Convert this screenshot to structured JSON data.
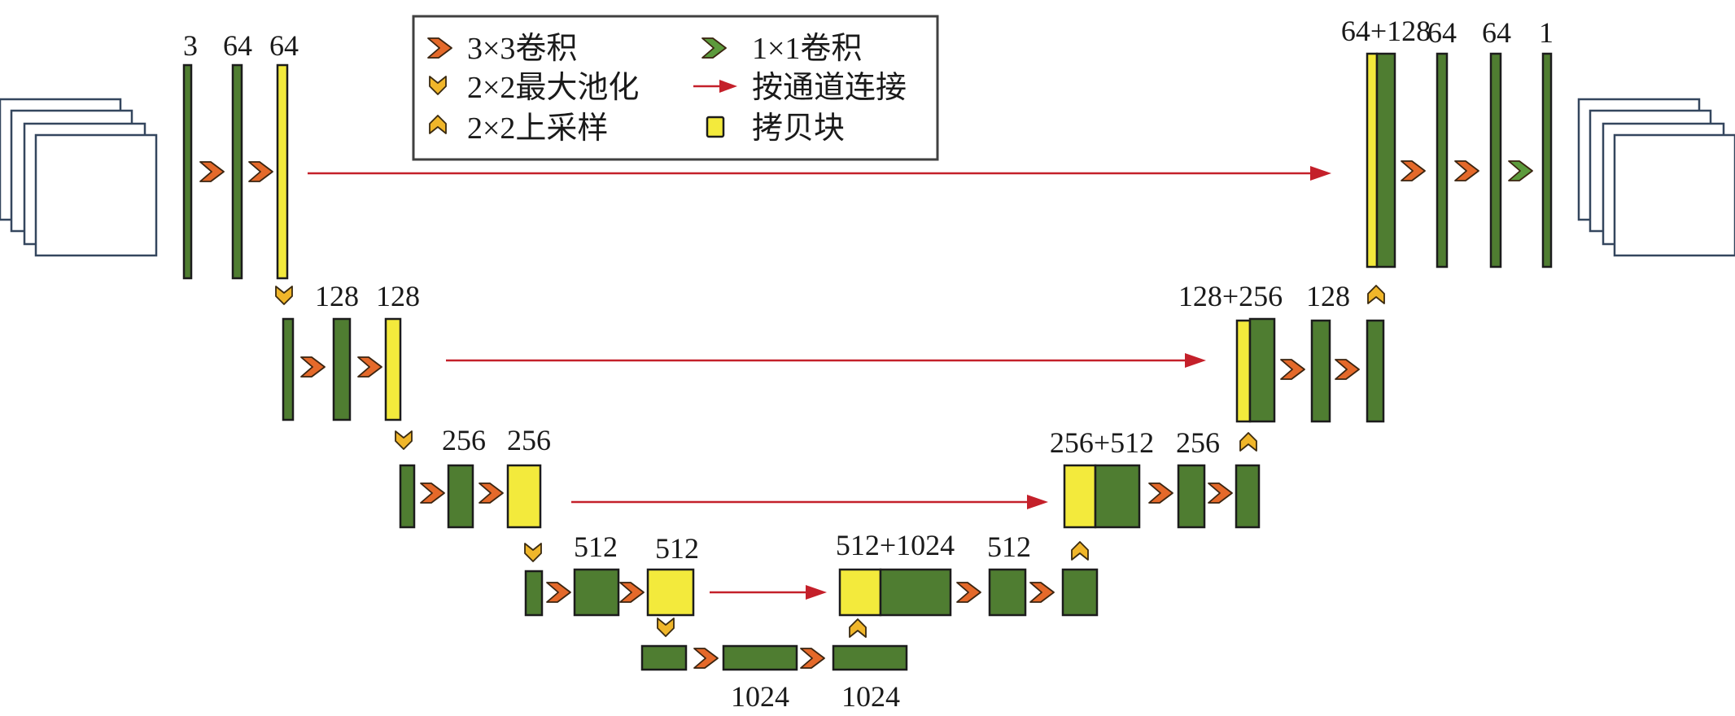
{
  "colors": {
    "feature": "#4f7d31",
    "copy": "#f3ea3c",
    "conv3": "#e4692a",
    "conv1": "#5c9a3c",
    "pool": "#f0b62a",
    "up": "#f0b62a",
    "skip": "#c4202a",
    "frame": "#34465e"
  },
  "legend": {
    "conv3x3": "3×3卷积",
    "conv1x1": "1×1卷积",
    "maxpool": "2×2最大池化",
    "concat": "按通道连接",
    "upsample": "2×2上采样",
    "copy": "拷贝块"
  },
  "labels": {
    "enc1": [
      "3",
      "64",
      "64"
    ],
    "enc2": [
      "128",
      "128"
    ],
    "enc3": [
      "256",
      "256"
    ],
    "enc4": [
      "512",
      "512"
    ],
    "bottleneck": [
      "1024",
      "1024"
    ],
    "dec4": [
      "512+1024",
      "512"
    ],
    "dec3": [
      "256+512",
      "256"
    ],
    "dec2": [
      "128+256",
      "128"
    ],
    "dec1": [
      "64+128",
      "64",
      "64",
      "1"
    ]
  },
  "icons": {
    "conv3x3": "orange-chevron-right-icon",
    "conv1x1": "green-chevron-right-icon",
    "maxpool": "chevron-down-icon",
    "upsample": "chevron-up-icon",
    "concat": "red-arrow-icon",
    "copy": "yellow-square-icon",
    "image": "image-stack-icon"
  }
}
